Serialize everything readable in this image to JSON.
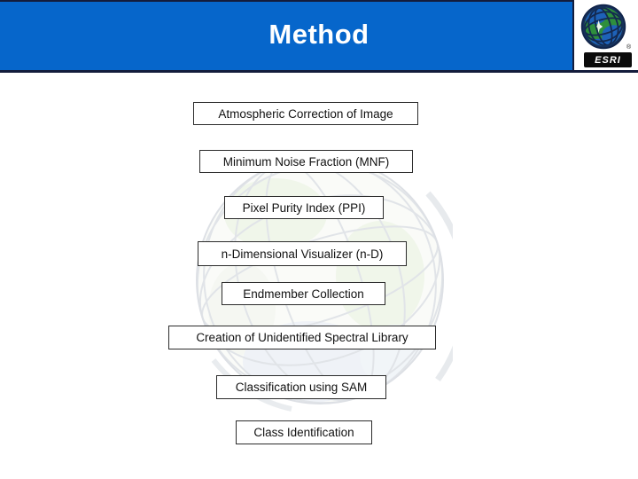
{
  "header": {
    "title": "Method"
  },
  "logo": {
    "brand": "ESRI",
    "registered_mark": "®",
    "icon": "esri-globe-icon"
  },
  "flowchart": {
    "steps": [
      "Atmospheric Correction of Image",
      "Minimum Noise Fraction (MNF)",
      "Pixel Purity Index (PPI)",
      "n-Dimensional Visualizer (n-D)",
      "Endmember Collection",
      "Creation of Unidentified Spectral Library",
      "Classification using SAM",
      "Class Identification"
    ]
  },
  "colors": {
    "header_blue": "#0666CB",
    "header_border_navy": "#131C3C",
    "box_border": "#2B2B2B",
    "box_text": "#111111",
    "title_text": "#FFFFFF",
    "logo_green": "#2E8F3C",
    "logo_blue": "#1E62B8",
    "logo_navy": "#16305C",
    "watermark_gray": "#C9CFD7"
  }
}
